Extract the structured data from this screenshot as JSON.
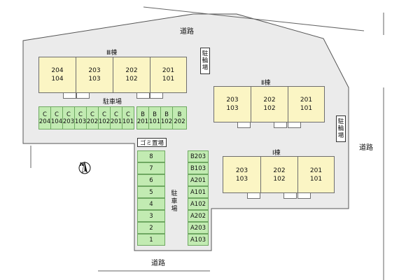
{
  "roads": {
    "top": "道路",
    "right": "道路",
    "bottom": "道路"
  },
  "buildings": {
    "building3": {
      "label": "Ⅲ棟",
      "units": [
        {
          "upper": "204",
          "lower": "104"
        },
        {
          "upper": "203",
          "lower": "103"
        },
        {
          "upper": "202",
          "lower": "102"
        },
        {
          "upper": "201",
          "lower": "101"
        }
      ]
    },
    "building2": {
      "label": "Ⅱ棟",
      "units": [
        {
          "upper": "203",
          "lower": "103"
        },
        {
          "upper": "202",
          "lower": "102"
        },
        {
          "upper": "201",
          "lower": "101"
        }
      ]
    },
    "building1": {
      "label": "Ⅰ棟",
      "units": [
        {
          "upper": "203",
          "lower": "103"
        },
        {
          "upper": "202",
          "lower": "102"
        },
        {
          "upper": "201",
          "lower": "101"
        }
      ]
    }
  },
  "parking": {
    "upper_label": "駐車場",
    "upper_spaces": [
      {
        "letter": "C",
        "num": "204"
      },
      {
        "letter": "C",
        "num": "104"
      },
      {
        "letter": "C",
        "num": "203"
      },
      {
        "letter": "C",
        "num": "103"
      },
      {
        "letter": "C",
        "num": "202"
      },
      {
        "letter": "C",
        "num": "102"
      },
      {
        "letter": "C",
        "num": "201"
      },
      {
        "letter": "C",
        "num": "101"
      },
      {
        "letter": "B",
        "num": "201"
      },
      {
        "letter": "B",
        "num": "101"
      },
      {
        "letter": "B",
        "num": "102"
      },
      {
        "letter": "B",
        "num": "202"
      }
    ],
    "lower_label": "駐車場",
    "left_column": [
      "8",
      "7",
      "6",
      "5",
      "4",
      "3",
      "2",
      "1"
    ],
    "right_column": [
      "B203",
      "B103",
      "A201",
      "A101",
      "A102",
      "A202",
      "A203",
      "A103"
    ]
  },
  "bicycle_parking": {
    "top": "駐輪場",
    "right": "駐輪場"
  },
  "garbage": "ゴミ置場",
  "compass": "N",
  "colors": {
    "site": "#ebebeb",
    "building": "#fbf5c4",
    "parking": "#c2ebb2"
  }
}
